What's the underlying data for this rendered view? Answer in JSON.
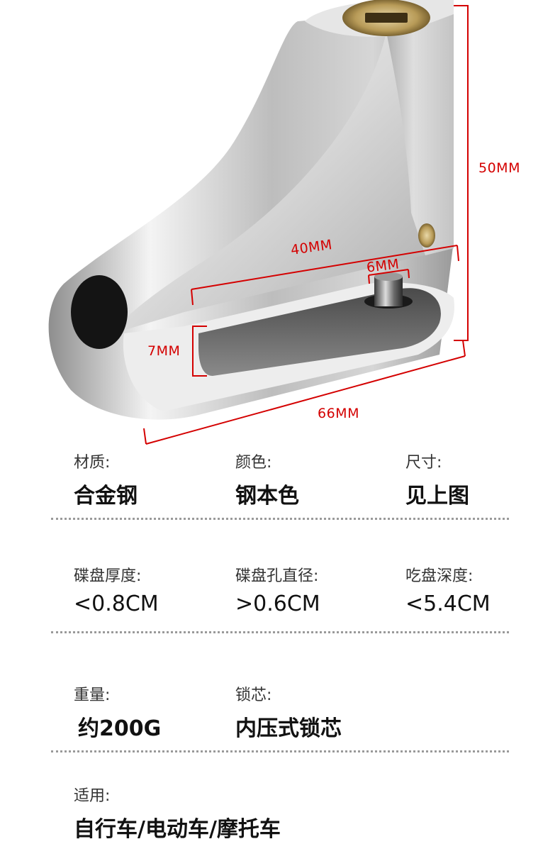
{
  "dimensions": {
    "height": "50MM",
    "length": "40MM",
    "pin": "6MM",
    "slot": "7MM",
    "width": "66MM"
  },
  "specs": [
    [
      {
        "label": "材质:",
        "value": "合金钢"
      },
      {
        "label": "颜色:",
        "value": "钢本色"
      },
      {
        "label": "尺寸:",
        "value": "见上图"
      }
    ],
    [
      {
        "label": "碟盘厚度:",
        "value": "<0.8CM"
      },
      {
        "label": "碟盘孔直径:",
        "value": ">0.6CM"
      },
      {
        "label": "吃盘深度:",
        "value": "<5.4CM"
      }
    ],
    [
      {
        "label": "重量:",
        "value": "约200G"
      },
      {
        "label": "锁芯:",
        "value": "内压式锁芯"
      }
    ],
    [
      {
        "label": "适用:",
        "value": "自行车/电动车/摩托车"
      }
    ]
  ],
  "colors": {
    "dimension_lines": "#d40000",
    "divider": "#9a9a9a",
    "text": "#111111"
  }
}
